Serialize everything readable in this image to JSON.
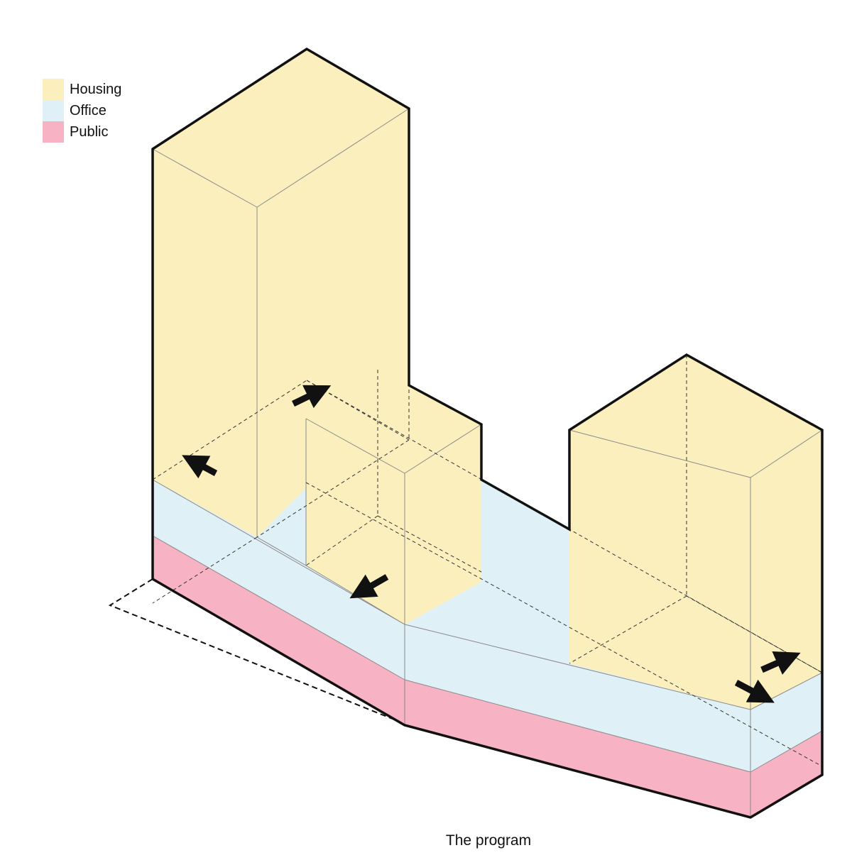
{
  "legend": {
    "items": [
      {
        "label": "Housing",
        "color": "#fbf0bd"
      },
      {
        "label": "Office",
        "color": "#dff0f7"
      },
      {
        "label": "Public",
        "color": "#f7b3c4"
      }
    ]
  },
  "caption": "The program",
  "colors": {
    "outline": "#111111",
    "inner_line": "#8a8a8a",
    "arrow": "#111111"
  },
  "arrow_icons": [
    "arrow-icon",
    "arrow-icon",
    "arrow-icon",
    "arrow-icon",
    "arrow-icon"
  ]
}
